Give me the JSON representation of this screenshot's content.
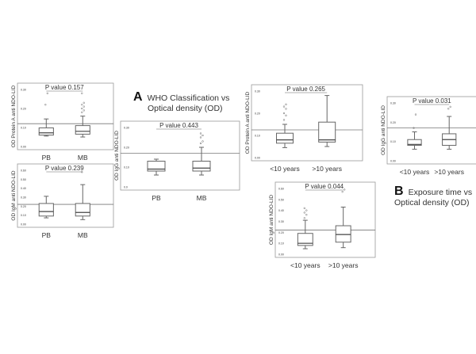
{
  "panel_a_label": {
    "letter": "A",
    "line1": "WHO Classification vs",
    "line2": "Optical density (OD)"
  },
  "panel_b_label": {
    "letter": "B",
    "line1": "Exposure time vs",
    "line2": "Optical density (OD)"
  },
  "chart_data": [
    {
      "type": "box",
      "id": "a1",
      "ylabel": "OD Protein A anti NDO-LID",
      "categories": [
        "PB",
        "MB"
      ],
      "yticks": [
        "0.00",
        "0.10",
        "0.20",
        "0.30"
      ],
      "ylim": [
        0,
        0.3
      ],
      "cutoff": 0.12,
      "annotation": "P value 0.157",
      "boxes": [
        {
          "min": 0.055,
          "q1": 0.06,
          "median": 0.072,
          "q3": 0.098,
          "max": 0.145,
          "outliers": [
            0.22,
            0.28
          ]
        },
        {
          "min": 0.05,
          "q1": 0.065,
          "median": 0.08,
          "q3": 0.11,
          "max": 0.16,
          "outliers": [
            0.18,
            0.19,
            0.2,
            0.21,
            0.22,
            0.23,
            0.28
          ]
        }
      ]
    },
    {
      "type": "box",
      "id": "a2",
      "ylabel": "OD IgM anti NDO-LID",
      "categories": [
        "PB",
        "MB"
      ],
      "yticks": [
        "0.00",
        "0.10",
        "0.20",
        "0.30",
        "0.40",
        "0.50",
        "0.60"
      ],
      "ylim": [
        0,
        0.6
      ],
      "cutoff": 0.22,
      "annotation": "P value 0.239",
      "boxes": [
        {
          "min": 0.07,
          "q1": 0.09,
          "median": 0.14,
          "q3": 0.23,
          "max": 0.31,
          "outliers": []
        },
        {
          "min": 0.05,
          "q1": 0.09,
          "median": 0.13,
          "q3": 0.23,
          "max": 0.44,
          "outliers": [
            0.58
          ]
        }
      ]
    },
    {
      "type": "box",
      "id": "a3",
      "ylabel": "OD IgG anti NDO-LID",
      "categories": [
        "PB",
        "MB"
      ],
      "yticks": [
        "0.0",
        "0.10",
        "0.20",
        "0.30"
      ],
      "ylim": [
        0,
        0.3
      ],
      "cutoff": 0.17,
      "annotation": "P value 0.443",
      "boxes": [
        {
          "min": 0.06,
          "q1": 0.08,
          "median": 0.09,
          "q3": 0.13,
          "max": 0.14,
          "outliers": []
        },
        {
          "min": 0.06,
          "q1": 0.08,
          "median": 0.095,
          "q3": 0.13,
          "max": 0.2,
          "outliers": [
            0.22,
            0.23,
            0.25,
            0.26,
            0.27
          ]
        }
      ]
    },
    {
      "type": "box",
      "id": "b1",
      "ylabel": "OD Protein A anti NDO-LID",
      "categories": [
        "<10 years",
        ">10 years"
      ],
      "yticks": [
        "0.00",
        "0.10",
        "0.20",
        "0.30"
      ],
      "ylim": [
        0,
        0.3
      ],
      "cutoff": 0.125,
      "annotation": "P value 0.265",
      "boxes": [
        {
          "min": 0.045,
          "q1": 0.065,
          "median": 0.08,
          "q3": 0.11,
          "max": 0.15,
          "outliers": [
            0.17,
            0.19,
            0.2,
            0.22,
            0.23,
            0.24
          ]
        },
        {
          "min": 0.05,
          "q1": 0.07,
          "median": 0.08,
          "q3": 0.16,
          "max": 0.28,
          "outliers": []
        }
      ]
    },
    {
      "type": "box",
      "id": "b2",
      "ylabel": "OD IgG anti NDO-LID",
      "categories": [
        "<10 years",
        ">10 years"
      ],
      "yticks": [
        "0.00",
        "0.10",
        "0.20",
        "0.30"
      ],
      "ylim": [
        0,
        0.3
      ],
      "cutoff": 0.17,
      "annotation": "P value 0.031",
      "boxes": [
        {
          "min": 0.06,
          "q1": 0.08,
          "median": 0.085,
          "q3": 0.11,
          "max": 0.15,
          "outliers": [
            0.17,
            0.24
          ]
        },
        {
          "min": 0.06,
          "q1": 0.08,
          "median": 0.11,
          "q3": 0.14,
          "max": 0.23,
          "outliers": [
            0.27,
            0.28
          ]
        }
      ]
    },
    {
      "type": "box",
      "id": "b3",
      "ylabel": "OD IgM anti NDO-LID",
      "categories": [
        "<10 years",
        ">10 years"
      ],
      "yticks": [
        "0.00",
        "0.10",
        "0.20",
        "0.30",
        "0.40",
        "0.50",
        "0.60"
      ],
      "ylim": [
        0,
        0.6
      ],
      "cutoff": 0.22,
      "annotation": "P value 0.044",
      "boxes": [
        {
          "min": 0.05,
          "q1": 0.08,
          "median": 0.1,
          "q3": 0.19,
          "max": 0.31,
          "outliers": [
            0.33,
            0.36,
            0.38,
            0.4,
            0.42
          ]
        },
        {
          "min": 0.06,
          "q1": 0.11,
          "median": 0.18,
          "q3": 0.26,
          "max": 0.43,
          "outliers": [
            0.57,
            0.59
          ]
        }
      ]
    }
  ]
}
